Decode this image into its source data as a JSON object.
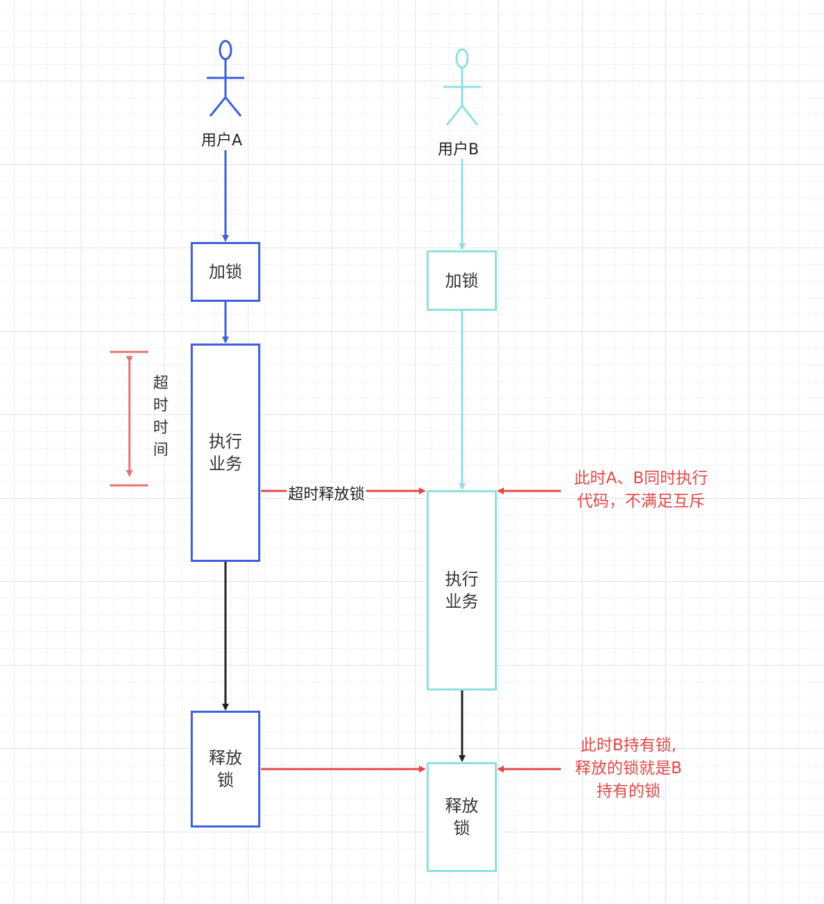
{
  "colors": {
    "user_a": "#3b5fe0",
    "user_b": "#8ee0df",
    "timeout": "#e57373",
    "red_arrow": "#e34848",
    "flow": "#222222"
  },
  "user_a": {
    "label": "用户A",
    "lock": "加锁",
    "business": "执行\n业务",
    "release": "释放\n锁"
  },
  "user_b": {
    "label": "用户B",
    "lock": "加锁",
    "business": "执行\n业务",
    "release": "释放\n锁"
  },
  "timeout_label": "超\n时\n时\n间",
  "timeout_release_label": "超时释放锁",
  "notes": {
    "concurrent": "此时A、B同时执行\n代码，不满足互斥",
    "wrong_release": "此时B持有锁,\n释放的锁就是B\n持有的锁"
  }
}
